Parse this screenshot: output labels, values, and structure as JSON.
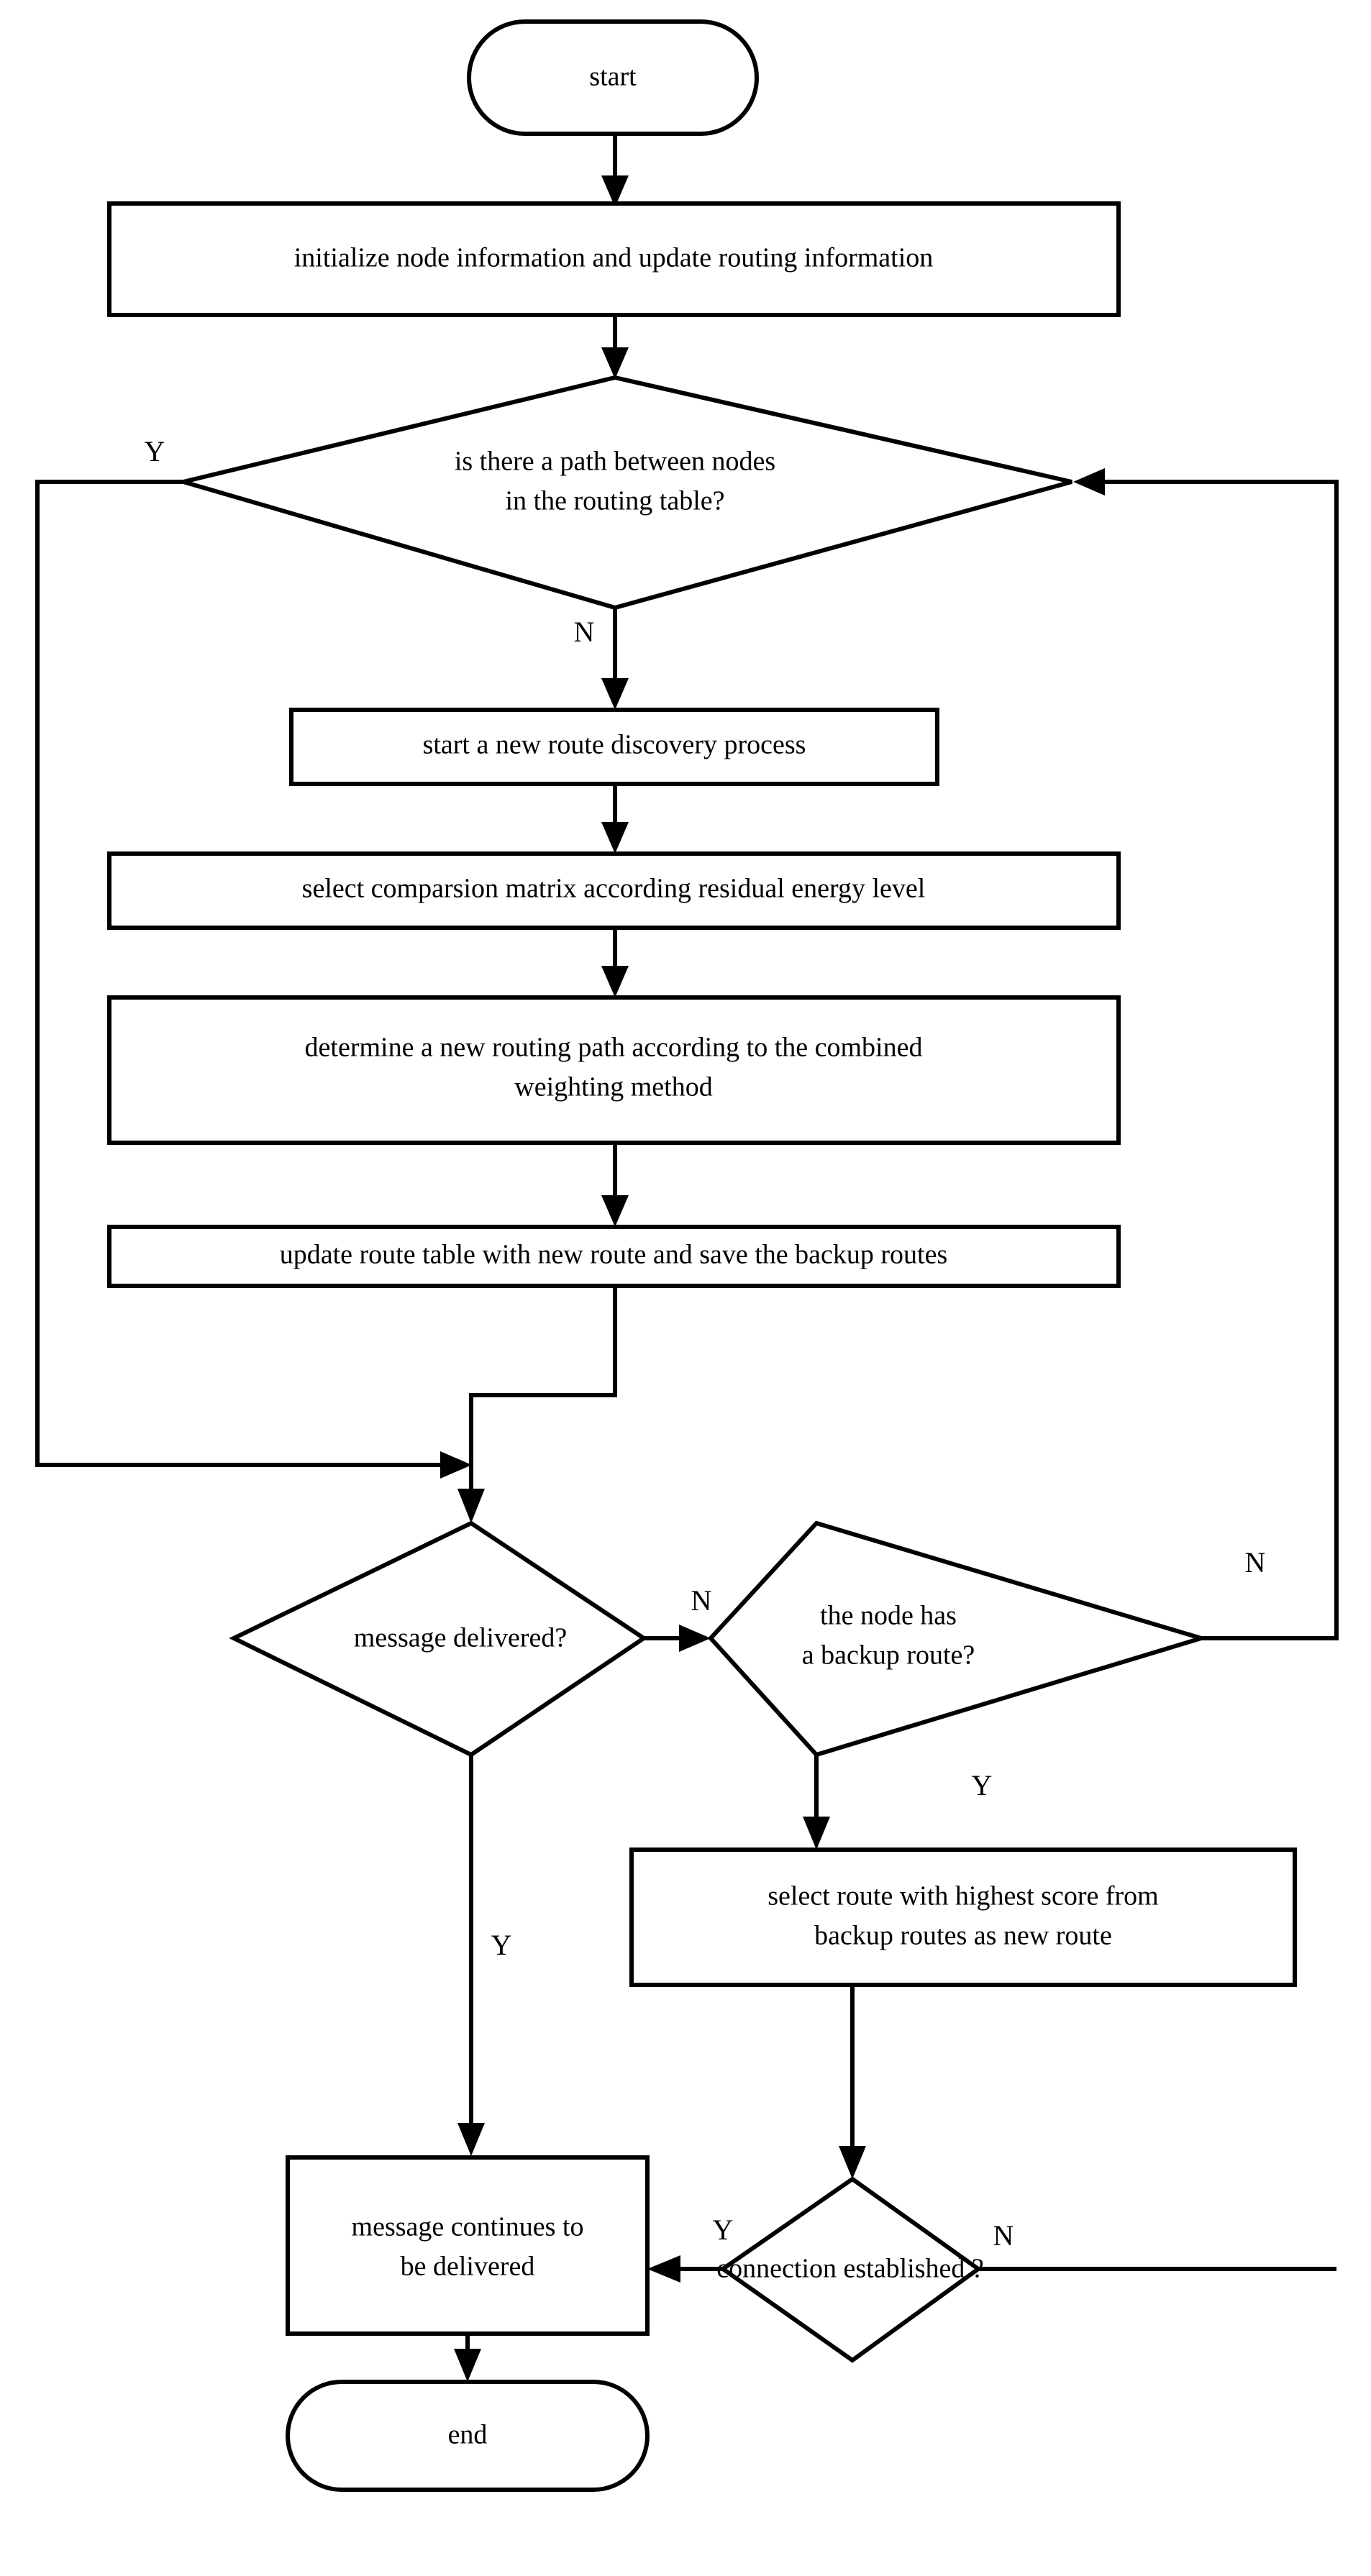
{
  "diagram": {
    "title": "routing protocol flowchart",
    "colors": {
      "background": "#ffffff",
      "stroke": "#000000",
      "fill": "#ffffff",
      "text": "#000000"
    },
    "nodes": {
      "start": {
        "label": "start",
        "shape": "terminator"
      },
      "initialize": {
        "label": "initialize node information and update routing information",
        "shape": "process"
      },
      "path_check": {
        "label_line1": "is there a path between nodes",
        "label_line2": "in the routing table?",
        "shape": "decision"
      },
      "route_discovery": {
        "label": "start a new route discovery process",
        "shape": "process"
      },
      "comparison_matrix": {
        "label": "select comparsion matrix according residual energy level",
        "shape": "process"
      },
      "determine_path": {
        "label_line1": "determine a new routing path according to the combined",
        "label_line2": "weighting method",
        "shape": "process"
      },
      "update_table": {
        "label": "update route table with new route and save the backup routes",
        "shape": "process"
      },
      "message_delivered": {
        "label": "message delivered?",
        "shape": "decision"
      },
      "backup_route": {
        "label_line1": "the node has",
        "label_line2": "a backup route?",
        "shape": "decision"
      },
      "select_backup": {
        "label_line1": "select route with highest score from",
        "label_line2": "backup routes as new route",
        "shape": "process"
      },
      "connection_established": {
        "label": "connection established ?",
        "shape": "decision"
      },
      "continue_delivery": {
        "label_line1": "message continues to",
        "label_line2": "be delivered",
        "shape": "process"
      },
      "end": {
        "label": "end",
        "shape": "terminator"
      }
    },
    "edge_labels": {
      "path_check_yes": "Y",
      "path_check_no": "N",
      "message_delivered_no": "N",
      "message_delivered_yes": "Y",
      "backup_route_yes": "Y",
      "backup_route_no": "N",
      "connection_yes": "Y",
      "connection_no": "N"
    }
  }
}
